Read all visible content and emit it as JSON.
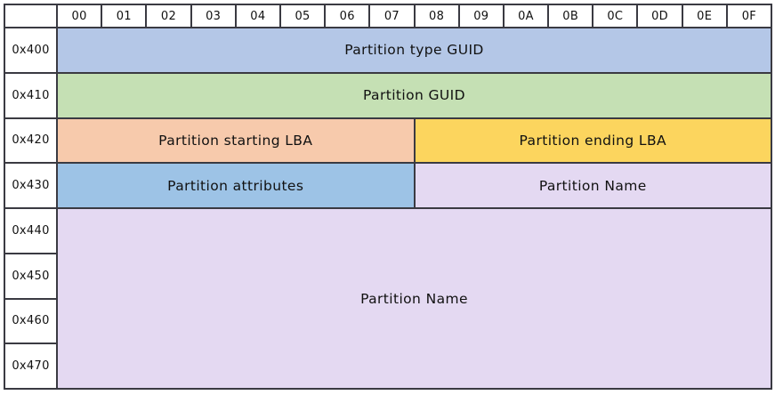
{
  "table": {
    "corner_label": "",
    "column_headers": [
      "00",
      "01",
      "02",
      "03",
      "04",
      "05",
      "06",
      "07",
      "08",
      "09",
      "0A",
      "0B",
      "0C",
      "0D",
      "0E",
      "0F"
    ],
    "row_labels": [
      "0x400",
      "0x410",
      "0x420",
      "0x430",
      "0x440",
      "0x450",
      "0x460",
      "0x470"
    ],
    "fields": [
      {
        "label": "Partition type GUID",
        "start_row": "0x400",
        "start_col": "00",
        "span_cols": 16,
        "span_rows": 1,
        "color": "#b4c7e7"
      },
      {
        "label": "Partition GUID",
        "start_row": "0x410",
        "start_col": "00",
        "span_cols": 16,
        "span_rows": 1,
        "color": "#c5e0b4"
      },
      {
        "label": "Partition starting LBA",
        "start_row": "0x420",
        "start_col": "00",
        "span_cols": 8,
        "span_rows": 1,
        "color": "#f7caac"
      },
      {
        "label": "Partition ending LBA",
        "start_row": "0x420",
        "start_col": "08",
        "span_cols": 8,
        "span_rows": 1,
        "color": "#fcd55e"
      },
      {
        "label": "Partition attributes",
        "start_row": "0x430",
        "start_col": "00",
        "span_cols": 8,
        "span_rows": 1,
        "color": "#9dc3e6"
      },
      {
        "label": "Partition Name",
        "start_row": "0x430",
        "start_col": "08",
        "span_cols": 8,
        "span_rows": 1,
        "color": "#e4d9f2"
      },
      {
        "label": "Partition Name",
        "start_row": "0x440",
        "start_col": "00",
        "span_cols": 16,
        "span_rows": 4,
        "color": "#e4d9f2"
      }
    ]
  },
  "style": {
    "border_color": "#3a3a42",
    "text_color": "#111111",
    "background": "#ffffff"
  }
}
